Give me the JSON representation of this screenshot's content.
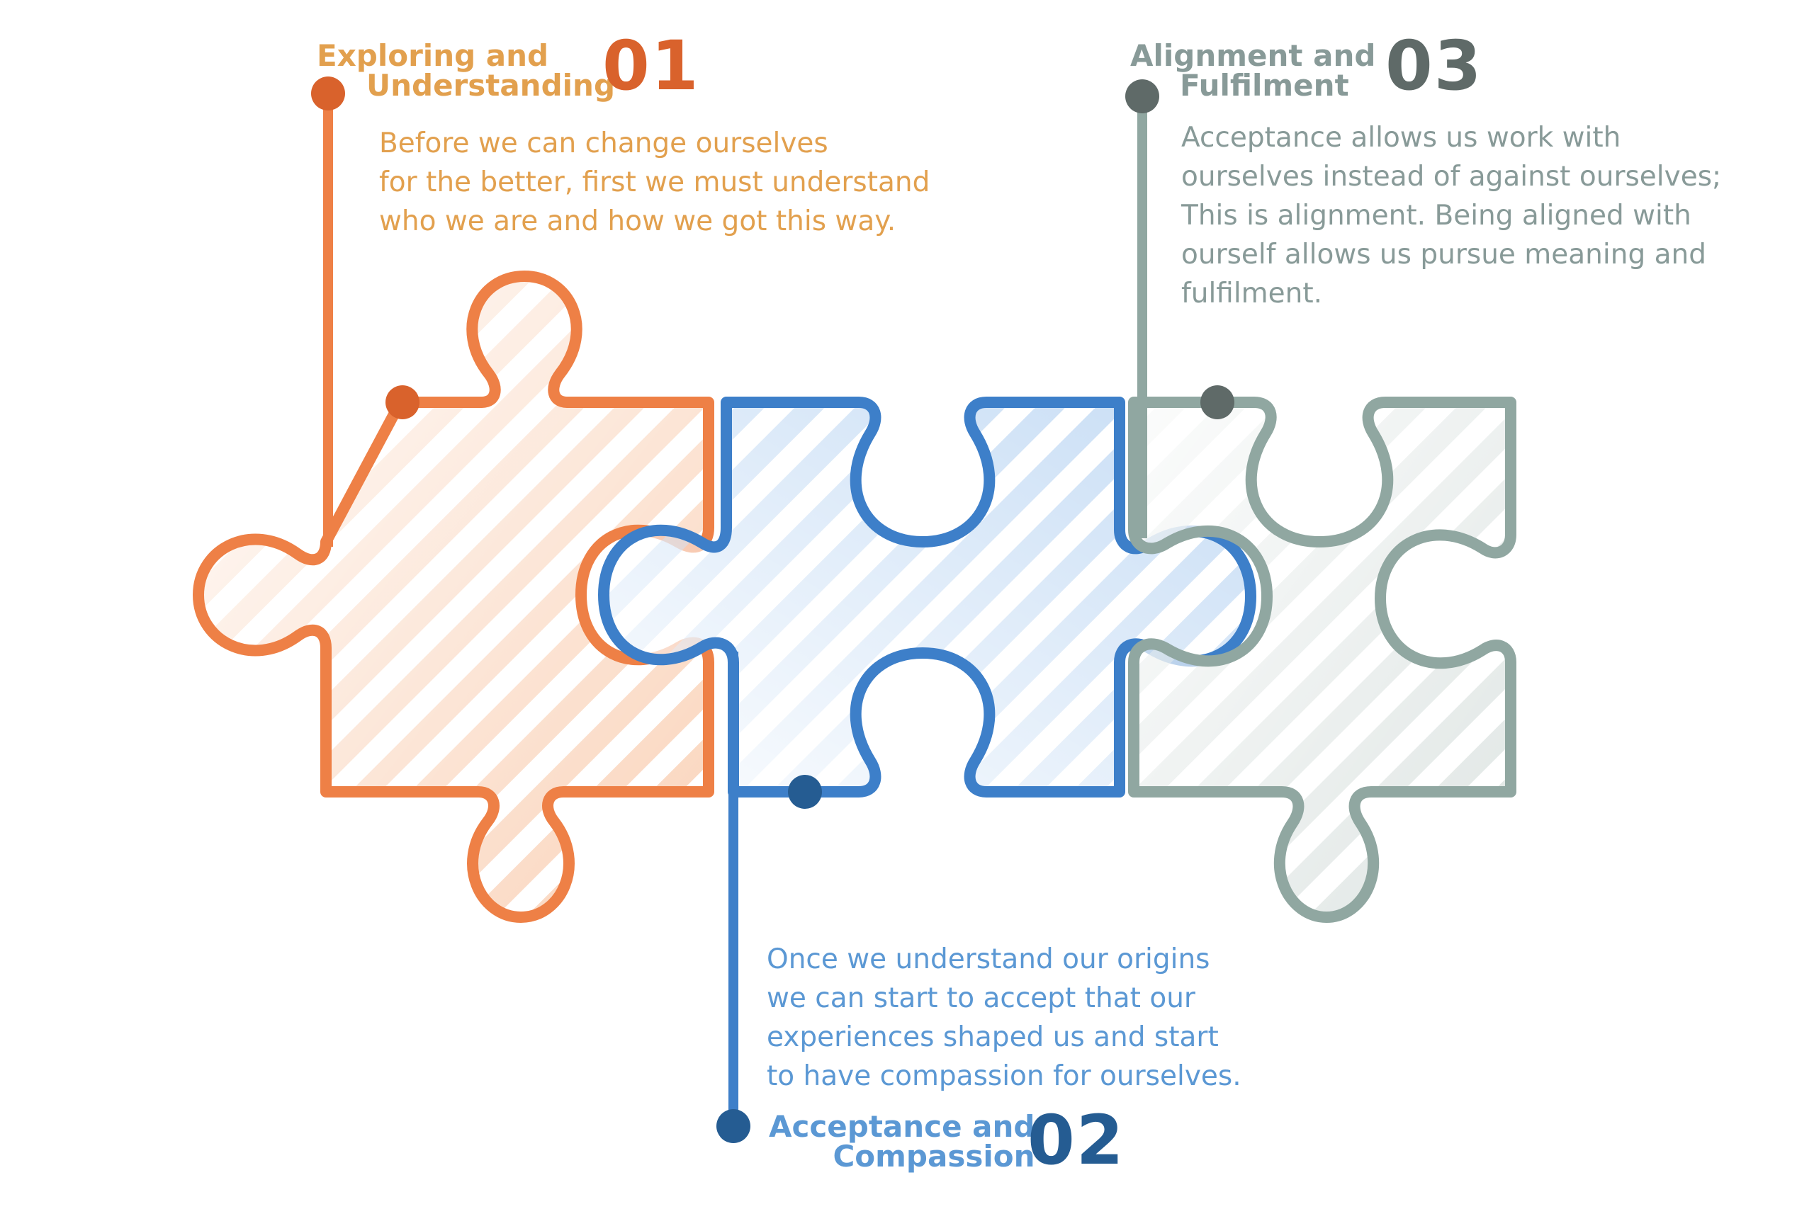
{
  "colors": {
    "orange": "#EE8046",
    "orange_dark": "#D9622C",
    "orange_text": "#E2A04E",
    "blue": "#3D7FC9",
    "blue_dark": "#255C92",
    "blue_text": "#5B98D4",
    "gray": "#90A7A1",
    "gray_dark": "#5F6A68",
    "gray_text": "#889A98"
  },
  "steps": [
    {
      "number": "01",
      "title_line1": "Exploring and",
      "title_line2": "Understanding",
      "body": [
        "Before we can change ourselves",
        "for the better, first we must understand",
        "who we are and how we got this way."
      ]
    },
    {
      "number": "02",
      "title_line1": "Acceptance and",
      "title_line2": "Compassion",
      "body": [
        "Once we understand our origins",
        "we can start to accept that our",
        "experiences shaped us and start",
        "to have compassion for ourselves."
      ]
    },
    {
      "number": "03",
      "title_line1": "Alignment and",
      "title_line2": "Fulfilment",
      "body": [
        "Acceptance allows us work with",
        "ourselves instead of against ourselves;",
        "This is alignment. Being aligned with",
        "ourself allows us pursue meaning and",
        "fulfilment."
      ]
    }
  ]
}
